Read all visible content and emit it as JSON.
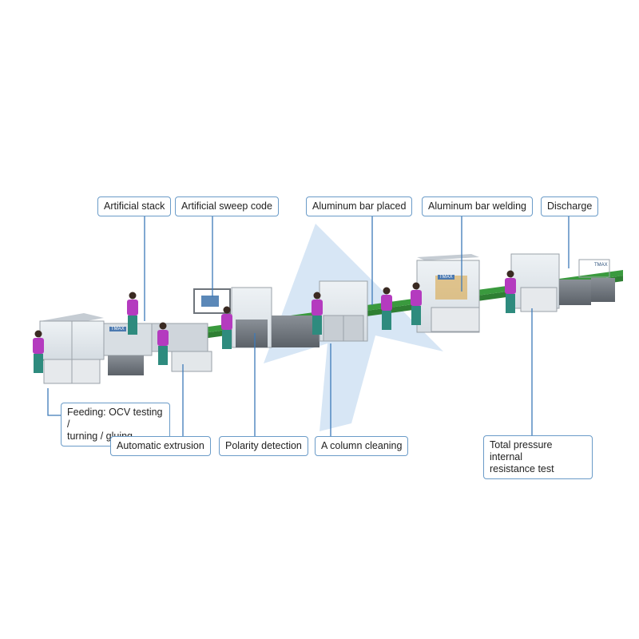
{
  "labels": {
    "artificial_stack": "Artificial stack",
    "artificial_sweep_code": "Artificial sweep code",
    "aluminum_bar_placed": "Aluminum bar placed",
    "aluminum_bar_welding": "Aluminum bar welding",
    "discharge": "Discharge",
    "feeding_line1": "Feeding: OCV testing /",
    "feeding_line2": "turning / gluing",
    "automatic_extrusion": "Automatic extrusion",
    "polarity_detection": "Polarity detection",
    "column_cleaning": "A column cleaning",
    "pressure_line1": "Total pressure internal",
    "pressure_line2": "resistance test",
    "machine_brand": "TMAX"
  },
  "colors": {
    "label_border": "#6a9bc8",
    "leader_line": "#3d7ab8",
    "watermark": "#c9ddf1",
    "conveyor": "#3a9a3e",
    "operator_shirt": "#b43bbf",
    "operator_pants": "#2e8b7e",
    "cabinet_frame": "#a9afb6",
    "glass": "#dfe5ea",
    "base_cabinet": "#6e747b"
  }
}
